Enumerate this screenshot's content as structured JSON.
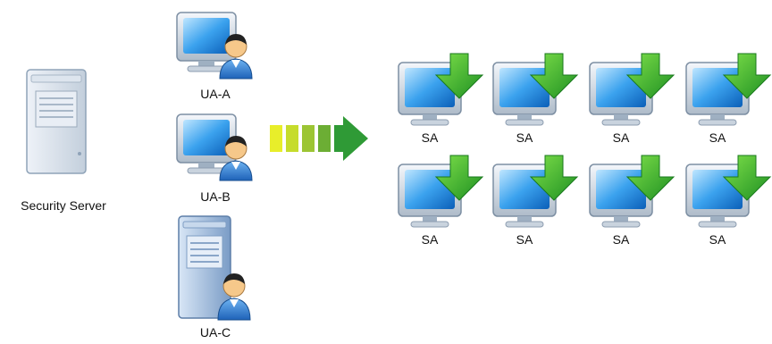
{
  "server": {
    "label": "Security Server"
  },
  "update_agents": [
    {
      "label": "UA-A",
      "kind": "workstation-user"
    },
    {
      "label": "UA-B",
      "kind": "workstation-user"
    },
    {
      "label": "UA-C",
      "kind": "server-user"
    }
  ],
  "arrow": {
    "colors": [
      "#e8ee2a",
      "#c6dc2c",
      "#9cc534",
      "#6cae34",
      "#2f9a36"
    ]
  },
  "security_agents": [
    {
      "label": "SA"
    },
    {
      "label": "SA"
    },
    {
      "label": "SA"
    },
    {
      "label": "SA"
    },
    {
      "label": "SA"
    },
    {
      "label": "SA"
    },
    {
      "label": "SA"
    },
    {
      "label": "SA"
    }
  ]
}
